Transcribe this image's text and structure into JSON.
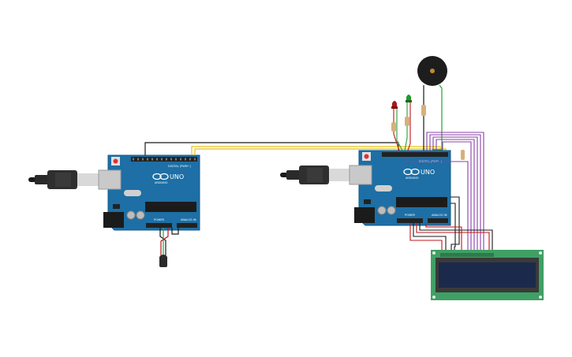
{
  "workspace": {
    "background": "#ffffff",
    "components": [
      {
        "id": "arduino-1",
        "kind": "arduino-uno",
        "logo_text": "UNO",
        "brand_text": "ARDUINO",
        "header_text": "DIGITAL (PWM~)",
        "power_text": "POWER",
        "analog_text": "ANALOG IN"
      },
      {
        "id": "arduino-2",
        "kind": "arduino-uno",
        "logo_text": "UNO",
        "brand_text": "ARDUINO",
        "header_text": "DIGITAL (PWM~)",
        "power_text": "POWER",
        "analog_text": "ANALOG IN"
      },
      {
        "id": "usb-cable-1",
        "kind": "usb-cable"
      },
      {
        "id": "usb-cable-2",
        "kind": "usb-cable"
      },
      {
        "id": "temp-sensor",
        "kind": "temperature-sensor"
      },
      {
        "id": "buzzer",
        "kind": "piezo-buzzer"
      },
      {
        "id": "led-red",
        "kind": "led",
        "color": "#b01515"
      },
      {
        "id": "led-green",
        "kind": "led",
        "color": "#1f9a2a"
      },
      {
        "id": "lcd",
        "kind": "lcd-16x2",
        "screen_color": "#1b2a4a"
      }
    ],
    "colors": {
      "board": "#1d6fa5",
      "board_edge": "#145b8a",
      "wire_black": "#1a1a1a",
      "wire_red": "#c0141a",
      "wire_green": "#27a23a",
      "wire_yellow": "#e3c21a",
      "wire_purple": "#8a3fa8",
      "lcd_pcb": "#3fa064"
    }
  }
}
